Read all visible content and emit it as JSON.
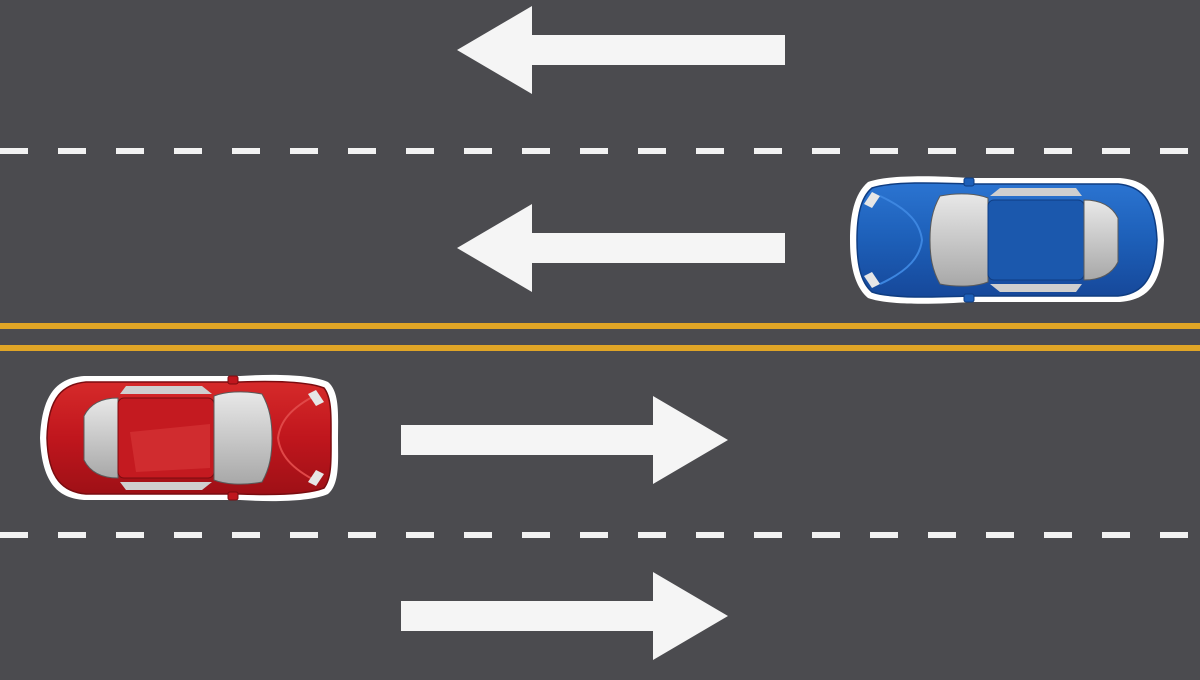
{
  "scene": {
    "asphalt_color": "#4b4b4f",
    "lane_marking_color": "#f2f2f2",
    "center_line_color": "#e0a526",
    "lanes": [
      {
        "direction": "left"
      },
      {
        "direction": "left"
      },
      {
        "direction": "right"
      },
      {
        "direction": "right"
      }
    ],
    "vehicles": [
      {
        "name": "blue-car",
        "color": "#1d5fb8",
        "heading": "left",
        "lane": 2
      },
      {
        "name": "red-car",
        "color": "#c0161d",
        "heading": "right",
        "lane": 3
      }
    ]
  }
}
